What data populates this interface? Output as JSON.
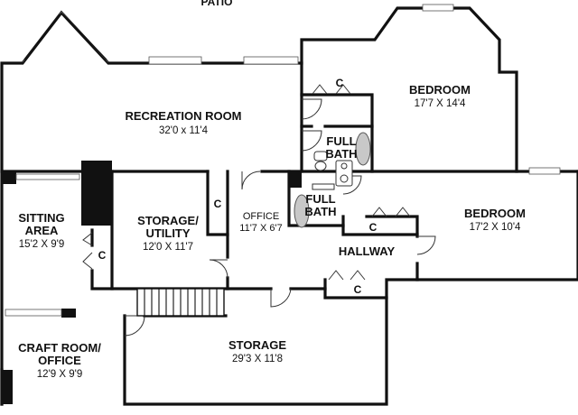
{
  "top_label": "PATIO",
  "rooms": {
    "recreation_room": {
      "name": "RECREATION ROOM",
      "dims": "32'0 x 11'4"
    },
    "bedroom_upper": {
      "name": "BEDROOM",
      "dims": "17'7 X 14'4"
    },
    "full_bath_upper": {
      "line1": "FULL",
      "line2": "BATH"
    },
    "full_bath_lower": {
      "line1": "FULL",
      "line2": "BATH"
    },
    "sitting_area": {
      "line1": "SITTING",
      "line2": "AREA",
      "dims": "15'2 X 9'9"
    },
    "storage_utility": {
      "line1": "STORAGE/",
      "line2": "UTILITY",
      "dims": "12'0 X 11'7"
    },
    "office": {
      "name": "OFFICE",
      "dims": "11'7 X 6'7"
    },
    "bedroom_lower": {
      "name": "BEDROOM",
      "dims": "17'2 X 10'4"
    },
    "hallway": {
      "name": "HALLWAY"
    },
    "craft_room": {
      "line1": "CRAFT ROOM/",
      "line2": "OFFICE",
      "dims": "12'9 X 9'9"
    },
    "storage": {
      "name": "STORAGE",
      "dims": "29'3 X 11'8"
    }
  },
  "closets": {
    "label": "C"
  }
}
